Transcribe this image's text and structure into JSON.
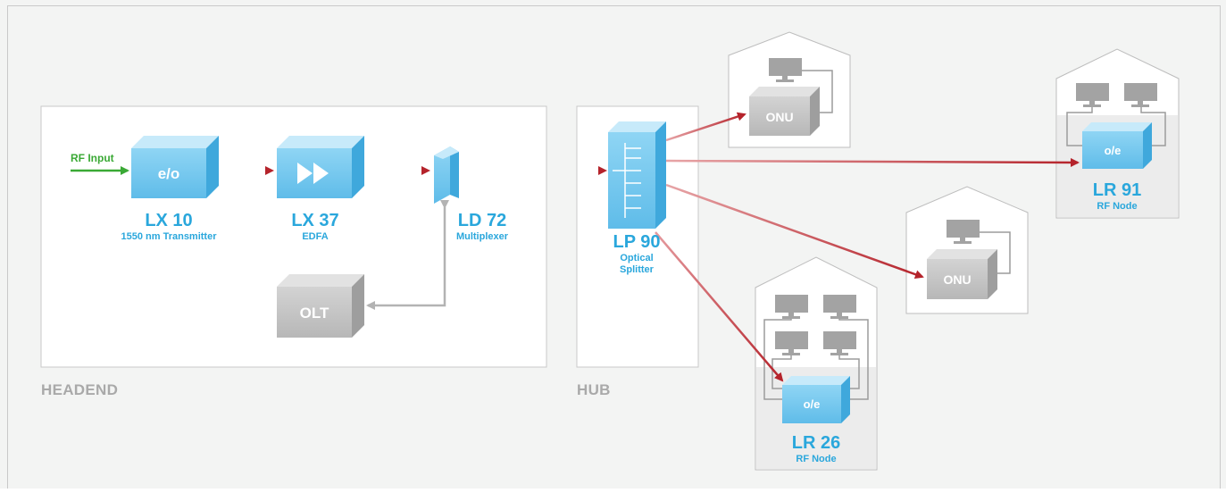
{
  "zones": {
    "headend": "HEADEND",
    "hub": "HUB"
  },
  "rf_input": "RF Input",
  "devices": {
    "lx10": {
      "model": "LX 10",
      "desc": "1550 nm Transmitter",
      "face": "e/o"
    },
    "lx37": {
      "model": "LX 37",
      "desc": "EDFA",
      "face": "▶▶"
    },
    "ld72": {
      "model": "LD 72",
      "desc": "Multiplexer"
    },
    "olt": {
      "face": "OLT"
    },
    "lp90": {
      "model": "LP 90",
      "desc_line1": "Optical",
      "desc_line2": "Splitter"
    },
    "lr91": {
      "model": "LR 91",
      "desc": "RF Node",
      "face": "o/e"
    },
    "lr26": {
      "model": "LR 26",
      "desc": "RF Node",
      "face": "o/e"
    },
    "onu_top": {
      "face": "ONU"
    },
    "onu_mid": {
      "face": "ONU"
    }
  },
  "colors": {
    "background": "#f3f4f3",
    "device_blue": "#6cc6ee",
    "device_gray": "#c4c4c4",
    "fiber_red": "#b5232b",
    "rf_green": "#3aa935",
    "label_blue": "#2aa7dc",
    "zone_gray": "#a9a9a9"
  }
}
